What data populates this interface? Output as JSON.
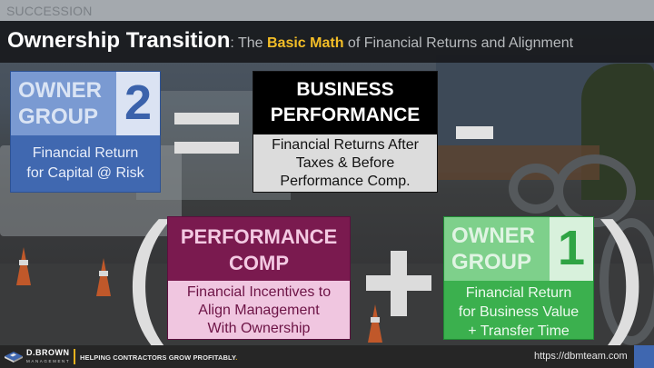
{
  "header": {
    "section_label": "SUCCESSION",
    "title_main": "Ownership Transition",
    "title_sep": ": The ",
    "title_highlight": "Basic Math",
    "title_rest": " of Financial Returns and Alignment"
  },
  "equation": {
    "owner_group_2": {
      "label_line1": "OWNER",
      "label_line2": "GROUP",
      "number": "2",
      "desc_line1": "Financial Return",
      "desc_line2": "for Capital @ Risk",
      "colors": {
        "head": "#7a9ad2",
        "number_bg": "#dbe3f3",
        "body": "#4068b0"
      }
    },
    "equals_symbol": "=",
    "business_performance": {
      "title_line1": "BUSINESS",
      "title_line2": "PERFORMANCE",
      "desc_line1": "Financial Returns After",
      "desc_line2": "Taxes & Before",
      "desc_line3": "Performance Comp.",
      "colors": {
        "head": "#000000",
        "body": "#dcdcdc"
      }
    },
    "minus_symbol": "-",
    "open_paren": "(",
    "performance_comp": {
      "title_line1": "PERFORMANCE",
      "title_line2": "COMP",
      "desc_line1": "Financial Incentives to",
      "desc_line2": "Align Management",
      "desc_line3": "With Ownership",
      "colors": {
        "head": "#7a1a4f",
        "body": "#f0c6e0"
      }
    },
    "plus_symbol": "+",
    "owner_group_1": {
      "label_line1": "OWNER",
      "label_line2": "GROUP",
      "number": "1",
      "desc_line1": "Financial Return",
      "desc_line2": "for Business Value",
      "desc_line3": "+ Transfer Time",
      "colors": {
        "head": "#7ed08b",
        "number_bg": "#d8f1dc",
        "body": "#3bb04e"
      }
    },
    "close_paren": ")"
  },
  "footer": {
    "logo_name": "D.BROWN",
    "logo_sub": "MANAGEMENT",
    "tagline": "HELPING CONTRACTORS GROW PROFITABLY",
    "tagline_dot": ".",
    "url": "https://dbmteam.com",
    "accent": "#e6b21e"
  }
}
